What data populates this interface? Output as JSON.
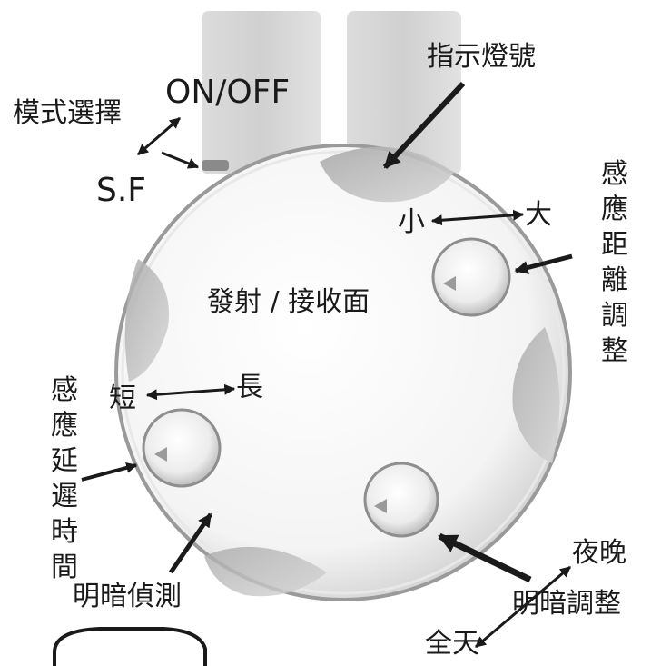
{
  "labels": {
    "mode_select": "模式選擇",
    "on_off": "ON/OFF",
    "sf": "S.F",
    "indicator": "指示燈號",
    "range_small": "小",
    "range_large": "大",
    "range_adjust": "感應距離調整",
    "emit_receive": "發射 / 接收面",
    "delay_short": "短",
    "delay_long": "長",
    "delay_time": "感應延遲時間",
    "light_detect": "明暗偵測",
    "night": "夜晚",
    "light_adjust": "明暗調整",
    "all_day": "全天"
  }
}
